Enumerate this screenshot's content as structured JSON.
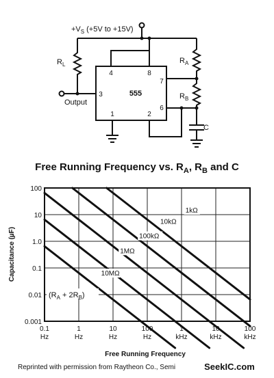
{
  "schematic": {
    "supply_label": "+V",
    "supply_sub": "S",
    "supply_range": "(+5V to +15V)",
    "rl_label": "R",
    "rl_sub": "L",
    "ra_label": "R",
    "ra_sub": "A",
    "rb_label": "R",
    "rb_sub": "B",
    "c_label": "C",
    "ic_label": "555",
    "output_label": "Output",
    "pins": {
      "p4": "4",
      "p8": "8",
      "p3": "3",
      "p7": "7",
      "p6": "6",
      "p1": "1",
      "p2": "2"
    }
  },
  "chart_title": {
    "text": "Free Running Frequency vs. R",
    "sub_a": "A",
    "mid": ", R",
    "sub_b": "B",
    "end": " and C"
  },
  "chart_data": {
    "type": "line",
    "xlabel": "Free Running Frequency",
    "ylabel": "Capacitance (µF)",
    "x_scale": "log",
    "y_scale": "log",
    "xlim": [
      0.1,
      100000
    ],
    "ylim": [
      0.001,
      100
    ],
    "grid": true,
    "x_ticks": [
      {
        "value": 0.1,
        "l1": "0.1",
        "l2": "Hz"
      },
      {
        "value": 1,
        "l1": "1",
        "l2": "Hz"
      },
      {
        "value": 10,
        "l1": "10",
        "l2": "Hz"
      },
      {
        "value": 100,
        "l1": "100",
        "l2": "Hz"
      },
      {
        "value": 1000,
        "l1": "1",
        "l2": "kHz"
      },
      {
        "value": 10000,
        "l1": "10",
        "l2": "kHz"
      },
      {
        "value": 100000,
        "l1": "100",
        "l2": "kHz"
      }
    ],
    "y_ticks": [
      {
        "value": 100,
        "label": "100"
      },
      {
        "value": 10,
        "label": "10"
      },
      {
        "value": 1,
        "label": "1.0"
      },
      {
        "value": 0.1,
        "label": "0.1"
      },
      {
        "value": 0.01,
        "label": "0.01"
      },
      {
        "value": 0.001,
        "label": "0.001"
      }
    ],
    "series": [
      {
        "name": "1kΩ",
        "points": [
          [
            6.5,
            100
          ],
          [
            100000,
            0.0066
          ]
        ]
      },
      {
        "name": "10kΩ",
        "points": [
          [
            0.65,
            100
          ],
          [
            100000,
            0.00066
          ]
        ]
      },
      {
        "name": "100kΩ",
        "points": [
          [
            0.1,
            65
          ],
          [
            65000,
            0.0001
          ]
        ]
      },
      {
        "name": "1MΩ",
        "points": [
          [
            0.1,
            6.5
          ],
          [
            6500,
            0.0001
          ]
        ]
      },
      {
        "name": "10MΩ",
        "points": [
          [
            0.1,
            0.65
          ],
          [
            650,
            0.0001
          ]
        ]
      }
    ],
    "series_labels": [
      {
        "text": "1kΩ",
        "x": 1300,
        "y": 12
      },
      {
        "text": "10kΩ",
        "x": 240,
        "y": 4.5
      },
      {
        "text": "100kΩ",
        "x": 58,
        "y": 1.3
      },
      {
        "text": "1MΩ",
        "x": 16,
        "y": 0.36
      },
      {
        "text": "10MΩ",
        "x": 4.5,
        "y": 0.052
      }
    ],
    "annotation": {
      "l1": "(R",
      "sub_a": "A",
      "l2": " + 2R",
      "sub_b": "B",
      "l3": ")"
    }
  },
  "footer": {
    "text": "Reprinted with permission from Raytheon Co., Semi",
    "watermark": "SeekIC.com"
  }
}
